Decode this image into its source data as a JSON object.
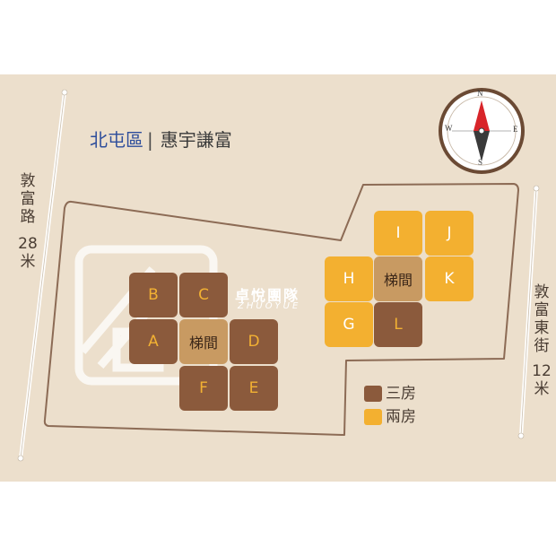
{
  "heading": {
    "district": "北屯區",
    "separator": "|",
    "project": "惠宇謙富"
  },
  "roads": {
    "left": {
      "chars": [
        "敦",
        "富",
        "路"
      ],
      "width_chars": [
        "28",
        "米"
      ]
    },
    "right": {
      "chars": [
        "敦",
        "富",
        "東",
        "街"
      ],
      "width_chars": [
        "12",
        "米"
      ]
    }
  },
  "compass": {
    "n": "N",
    "s": "S",
    "e": "E",
    "w": "W"
  },
  "watermark": {
    "cn": "卓悅團隊",
    "en": "ZHUOYUE"
  },
  "units": [
    {
      "id": "A",
      "label": "A",
      "type": "三房"
    },
    {
      "id": "B",
      "label": "B",
      "type": "三房"
    },
    {
      "id": "C",
      "label": "C",
      "type": "三房"
    },
    {
      "id": "D",
      "label": "D",
      "type": "三房"
    },
    {
      "id": "E",
      "label": "E",
      "type": "三房"
    },
    {
      "id": "F",
      "label": "F",
      "type": "三房"
    },
    {
      "id": "L",
      "label": "L",
      "type": "三房"
    },
    {
      "id": "G",
      "label": "G",
      "type": "兩房"
    },
    {
      "id": "H",
      "label": "H",
      "type": "兩房"
    },
    {
      "id": "I",
      "label": "I",
      "type": "兩房"
    },
    {
      "id": "J",
      "label": "J",
      "type": "兩房"
    },
    {
      "id": "K",
      "label": "K",
      "type": "兩房"
    }
  ],
  "stairs": {
    "left": "梯間",
    "right": "梯間"
  },
  "legend": {
    "three_room": "三房",
    "two_room": "兩房"
  },
  "colors": {
    "three_room": "#8b5a3c",
    "two_room": "#f3b030",
    "stair": "#c89a62",
    "district_text": "#2d4d9b",
    "compass_needle_north": "#d8252a"
  }
}
